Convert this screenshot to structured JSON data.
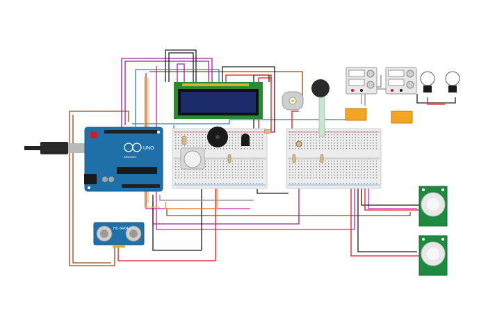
{
  "arduino": {
    "brand_label": "UNO",
    "logo_label": "ARDUINO"
  },
  "ultrasonic": {
    "label": "HC-SR04"
  },
  "colors": {
    "arduino_board": "#1f6fa8",
    "breadboard": "#ececec",
    "lcd_pcb": "#2a8a33",
    "lcd_screen": "#1c2c6a",
    "pir_pcb": "#1d8a3f",
    "relay": "#f2a423",
    "wire_red": "#e1141c",
    "wire_black": "#1a1a1a",
    "wire_blue": "#1f7fd0",
    "wire_purple": "#9b1da5",
    "wire_brown": "#8b4a1c",
    "wire_orange": "#f08a1c",
    "wire_yellow": "#f0c419",
    "wire_magenta": "#d4219e",
    "wire_green": "#2aa84a"
  }
}
